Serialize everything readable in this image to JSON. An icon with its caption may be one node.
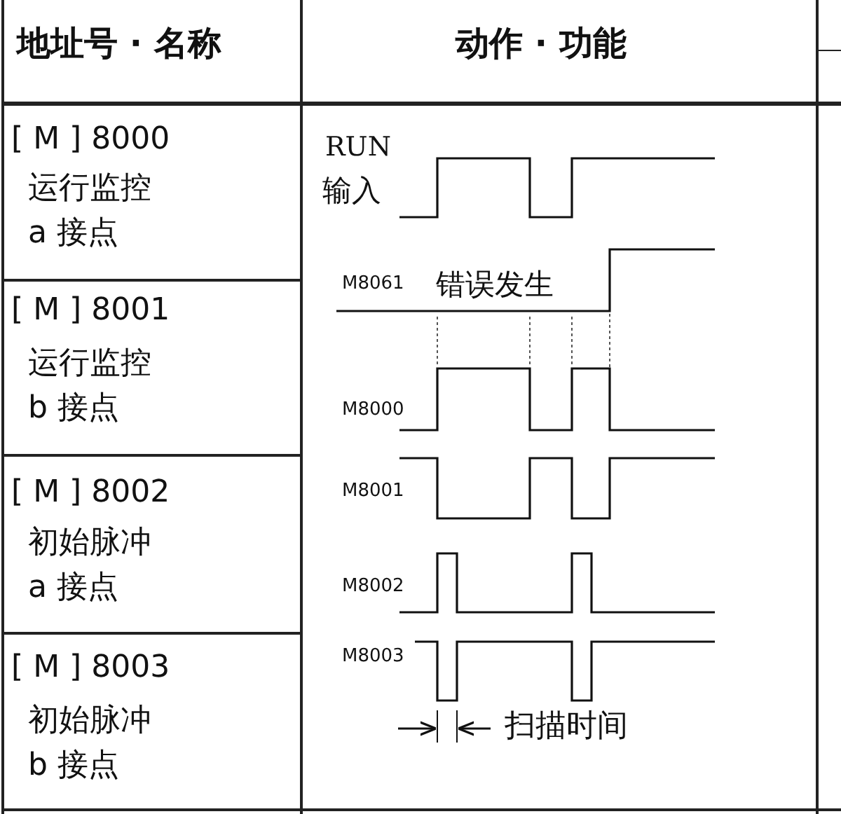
{
  "diagram": {
    "labels": [
      "地址号 · 名称",
      "动作 · 功能",
      "[ M ] 8000",
      "运行监控",
      "a 接点",
      "[ M ] 8001",
      "运行监控",
      "b 接点",
      "[ M ] 8002",
      "初始脉冲",
      "a 接点",
      "[ M ] 8003",
      "初始脉冲",
      "b 接点",
      "RUN",
      "输入",
      "M8061",
      "错误发生",
      "M8000",
      "M8001",
      "M8002",
      "M8003",
      "扫描时间"
    ]
  }
}
